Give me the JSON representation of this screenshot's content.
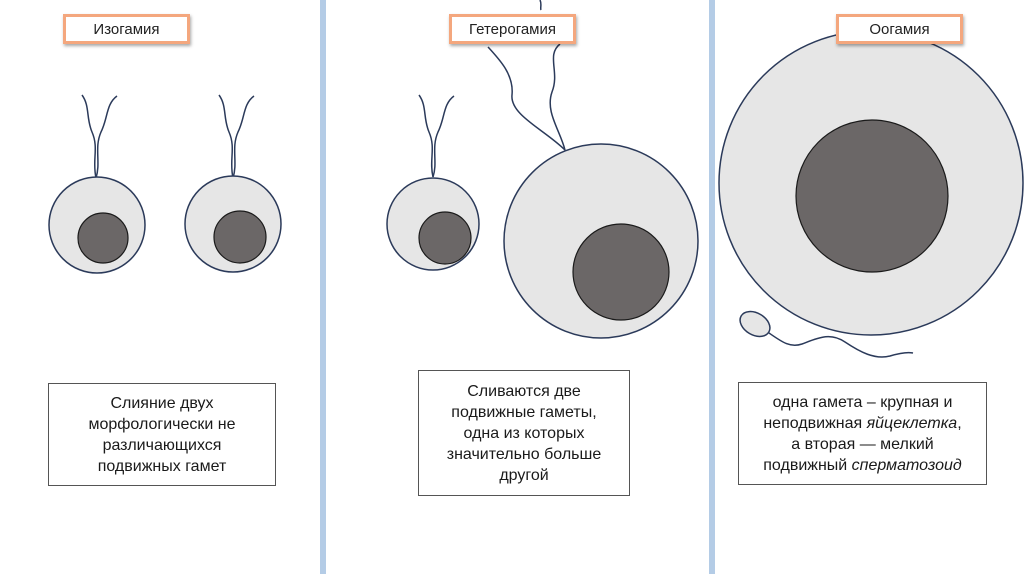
{
  "colors": {
    "divider": "#b4cce6",
    "title_border": "#f4a77e",
    "cell_fill": "#e6e6e6",
    "nucleus_fill": "#6b6767",
    "outline": "#2b3a5a"
  },
  "panels": [
    {
      "title": "Изогамия",
      "description_lines": [
        "Слияние двух",
        "морфологически не",
        "различающихся",
        "подвижных гамет"
      ]
    },
    {
      "title": "Гетерогамия",
      "description_lines": [
        "Сливаются две",
        "подвижные гаметы,",
        "одна из которых",
        "значительно больше",
        "другой"
      ]
    },
    {
      "title": "Оогамия",
      "description": {
        "line1": "одна гамета – крупная и",
        "line2_plain": "неподвижная ",
        "line2_italic": "яйцеклетка",
        "line2_end": ",",
        "line3": "а вторая — мелкий",
        "line4_plain": "подвижный ",
        "line4_italic": "сперматозоид"
      }
    }
  ]
}
